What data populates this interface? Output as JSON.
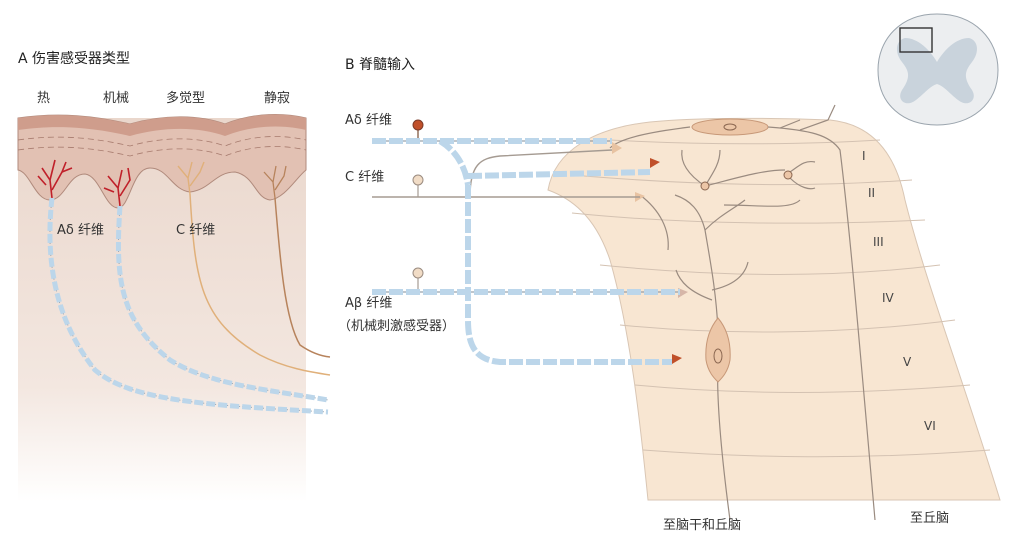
{
  "panel_a": {
    "title": "A  伤害感受器类型",
    "receptor_types": [
      "热",
      "机械",
      "多觉型",
      "静寂"
    ],
    "fiber_labels": {
      "a_delta": "Aδ 纤维",
      "c": "C 纤维"
    }
  },
  "panel_b": {
    "title": "B  脊髓输入",
    "inputs": {
      "a_delta": "Aδ 纤维",
      "c": "C 纤维",
      "a_beta": "Aβ 纤维",
      "a_beta_note": "（机械刺激感受器）"
    },
    "laminae": [
      "I",
      "II",
      "III",
      "IV",
      "V",
      "VI"
    ],
    "outputs": {
      "left": "至脑干和丘脑",
      "right": "至丘脑"
    }
  },
  "colors": {
    "skin_top": "#d9ad9d",
    "skin_deep": "#ead7cc",
    "dermis_fade": "#f1e4dc",
    "spinal": "#f8e6d2",
    "myelin": "#bcd6ea",
    "nerve_red": "#c0202a",
    "c_fiber": "#e0b07a",
    "neuron": "#ecc6a7",
    "gray_matter": "#c9d3dc"
  }
}
